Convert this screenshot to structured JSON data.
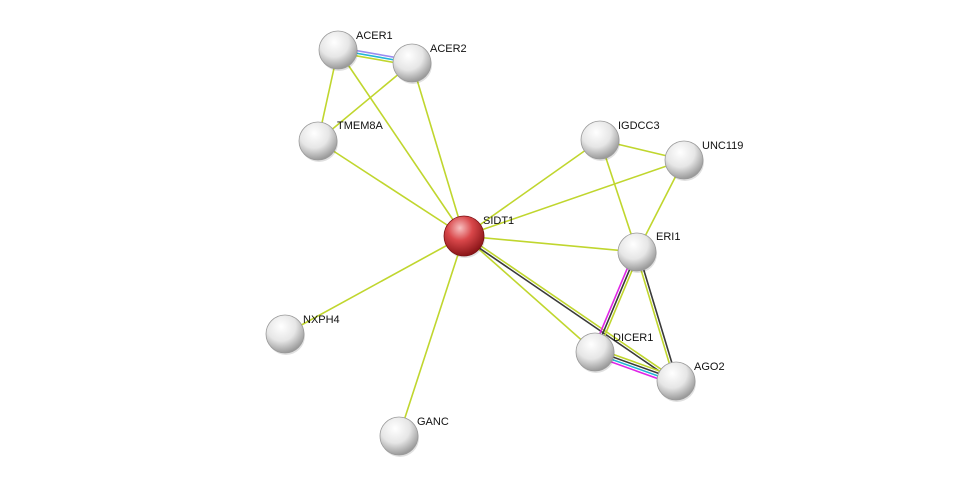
{
  "colors": {
    "textmining": "#c0d62e",
    "experiments": "#3a3a3a",
    "databases": "#22b5d6",
    "coexpression": "#3a3a3a",
    "homology": "#9b8cf0",
    "curated": "#e026e6",
    "query_node": "#c9262b",
    "node": "#d8d8d8"
  },
  "nodes": [
    {
      "id": "ACER1",
      "label": "ACER1",
      "query": false
    },
    {
      "id": "ACER2",
      "label": "ACER2",
      "query": false
    },
    {
      "id": "TMEM8A",
      "label": "TMEM8A",
      "query": false
    },
    {
      "id": "IGDCC3",
      "label": "IGDCC3",
      "query": false
    },
    {
      "id": "UNC119",
      "label": "UNC119",
      "query": false
    },
    {
      "id": "SIDT1",
      "label": "SIDT1",
      "query": true
    },
    {
      "id": "ERI1",
      "label": "ERI1",
      "query": false
    },
    {
      "id": "NXPH4",
      "label": "NXPH4",
      "query": false
    },
    {
      "id": "DICER1",
      "label": "DICER1",
      "query": false
    },
    {
      "id": "AGO2",
      "label": "AGO2",
      "query": false
    },
    {
      "id": "GANC",
      "label": "GANC",
      "query": false
    }
  ],
  "edges": [
    {
      "a": "ACER1",
      "b": "ACER2",
      "evidence": [
        "homology",
        "databases",
        "textmining"
      ]
    },
    {
      "a": "ACER1",
      "b": "TMEM8A",
      "evidence": [
        "textmining"
      ]
    },
    {
      "a": "ACER1",
      "b": "SIDT1",
      "evidence": [
        "textmining"
      ]
    },
    {
      "a": "ACER2",
      "b": "TMEM8A",
      "evidence": [
        "textmining"
      ]
    },
    {
      "a": "ACER2",
      "b": "SIDT1",
      "evidence": [
        "textmining"
      ]
    },
    {
      "a": "TMEM8A",
      "b": "SIDT1",
      "evidence": [
        "textmining"
      ]
    },
    {
      "a": "IGDCC3",
      "b": "UNC119",
      "evidence": [
        "textmining"
      ]
    },
    {
      "a": "IGDCC3",
      "b": "SIDT1",
      "evidence": [
        "textmining"
      ]
    },
    {
      "a": "IGDCC3",
      "b": "ERI1",
      "evidence": [
        "textmining"
      ]
    },
    {
      "a": "UNC119",
      "b": "SIDT1",
      "evidence": [
        "textmining"
      ]
    },
    {
      "a": "UNC119",
      "b": "ERI1",
      "evidence": [
        "textmining"
      ]
    },
    {
      "a": "SIDT1",
      "b": "ERI1",
      "evidence": [
        "textmining"
      ]
    },
    {
      "a": "SIDT1",
      "b": "NXPH4",
      "evidence": [
        "textmining"
      ]
    },
    {
      "a": "SIDT1",
      "b": "GANC",
      "evidence": [
        "textmining"
      ]
    },
    {
      "a": "SIDT1",
      "b": "DICER1",
      "evidence": [
        "textmining"
      ]
    },
    {
      "a": "SIDT1",
      "b": "AGO2",
      "evidence": [
        "textmining",
        "coexpression"
      ]
    },
    {
      "a": "ERI1",
      "b": "DICER1",
      "evidence": [
        "textmining",
        "coexpression",
        "curated"
      ]
    },
    {
      "a": "ERI1",
      "b": "AGO2",
      "evidence": [
        "coexpression",
        "textmining"
      ]
    },
    {
      "a": "DICER1",
      "b": "AGO2",
      "evidence": [
        "textmining",
        "coexpression",
        "databases",
        "curated"
      ]
    }
  ]
}
